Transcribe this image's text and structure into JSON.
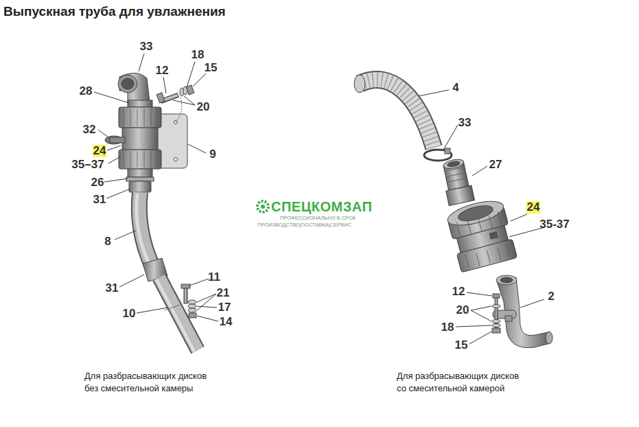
{
  "diagram": {
    "title": "Выпускная труба для увлажнения",
    "labels": [
      "33",
      "12",
      "18",
      "15",
      "20",
      "28",
      "32",
      "9",
      "24",
      "35–37",
      "26",
      "31",
      "8",
      "31",
      "11",
      "21",
      "17",
      "10",
      "14",
      "4",
      "33",
      "27",
      "24",
      "35-37",
      "12",
      "20",
      "2",
      "18",
      "15",
      "СПЕЦКОМЗАП",
      "ПРОФЕССИОНАЛЬНО В СРОК",
      "ПРОИЗВОДСТВО|ПОСТАВКА|СЕРВИС",
      "Для разбрасывающих дисков без смесительной камеры",
      "Для разбрасывающих дисков со смесительной камерой"
    ]
  }
}
